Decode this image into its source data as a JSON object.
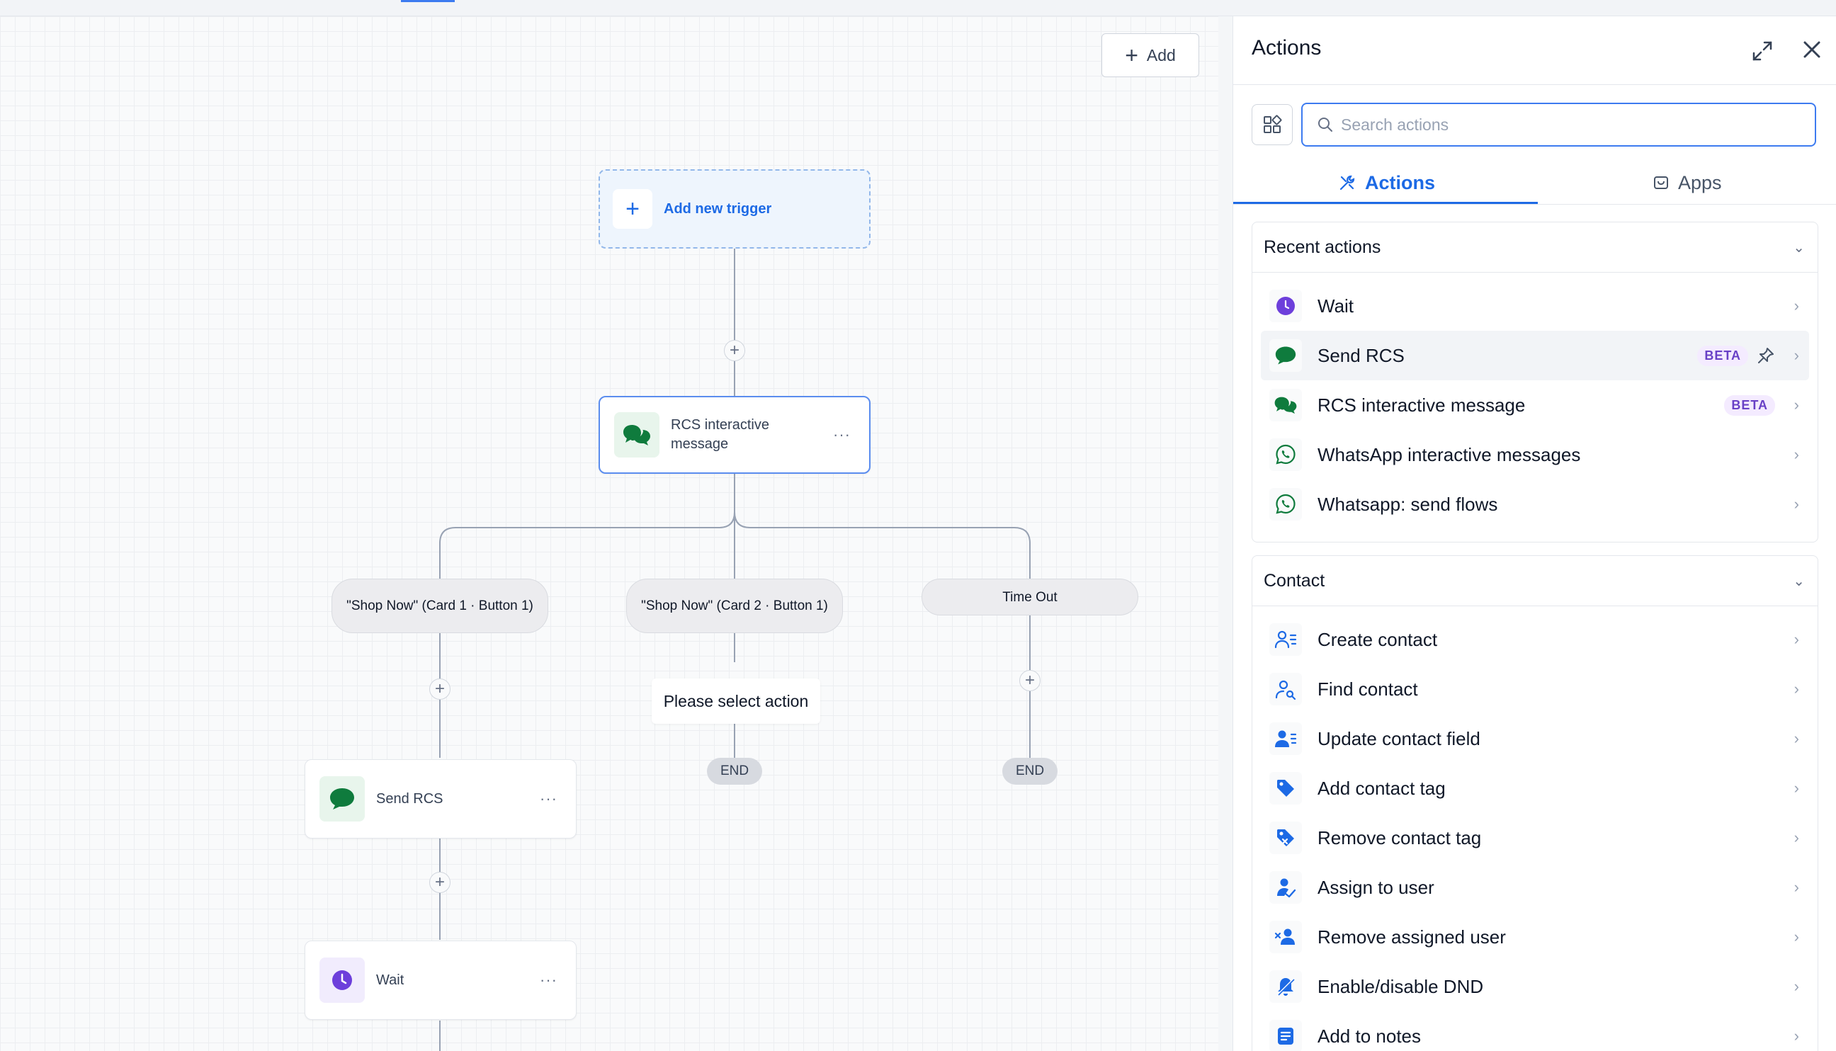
{
  "canvas": {
    "add_button_label": "Add",
    "trigger_label": "Add new trigger",
    "rcs_node_label": "RCS interactive message",
    "branches": [
      "\"Shop Now\" (Card 1 · Button 1)",
      "\"Shop Now\" (Card 2 · Button 1)",
      "Time Out"
    ],
    "select_action_label": "Please select action",
    "end_label": "END",
    "send_rcs_node_label": "Send RCS",
    "wait_node_label": "Wait",
    "more_label": "···"
  },
  "panel": {
    "title": "Actions",
    "search_placeholder": "Search actions",
    "tabs": [
      "Actions",
      "Apps"
    ],
    "recent_title": "Recent actions",
    "recent_items": [
      {
        "label": "Wait",
        "icon": "clock-icon"
      },
      {
        "label": "Send RCS",
        "icon": "chat-bubble-icon",
        "badge": "BETA"
      },
      {
        "label": "RCS interactive message",
        "icon": "chat-bubbles-icon",
        "badge": "BETA"
      },
      {
        "label": "WhatsApp interactive messages",
        "icon": "whatsapp-icon"
      },
      {
        "label": "Whatsapp: send flows",
        "icon": "whatsapp-icon"
      }
    ],
    "contact_title": "Contact",
    "contact_items": [
      {
        "label": "Create contact",
        "icon": "contact-list-icon"
      },
      {
        "label": "Find contact",
        "icon": "find-contact-icon"
      },
      {
        "label": "Update contact field",
        "icon": "update-contact-icon"
      },
      {
        "label": "Add contact tag",
        "icon": "tag-icon"
      },
      {
        "label": "Remove contact tag",
        "icon": "remove-tag-icon"
      },
      {
        "label": "Assign to user",
        "icon": "assign-user-icon"
      },
      {
        "label": "Remove assigned user",
        "icon": "remove-user-icon"
      },
      {
        "label": "Enable/disable DND",
        "icon": "dnd-icon"
      },
      {
        "label": "Add to notes",
        "icon": "notes-icon"
      }
    ]
  },
  "colors": {
    "accent": "#1d6ae5",
    "rcs_green": "#0f7b3d",
    "wait_purple": "#6d3fdb",
    "contact_blue": "#1d6ae5"
  }
}
